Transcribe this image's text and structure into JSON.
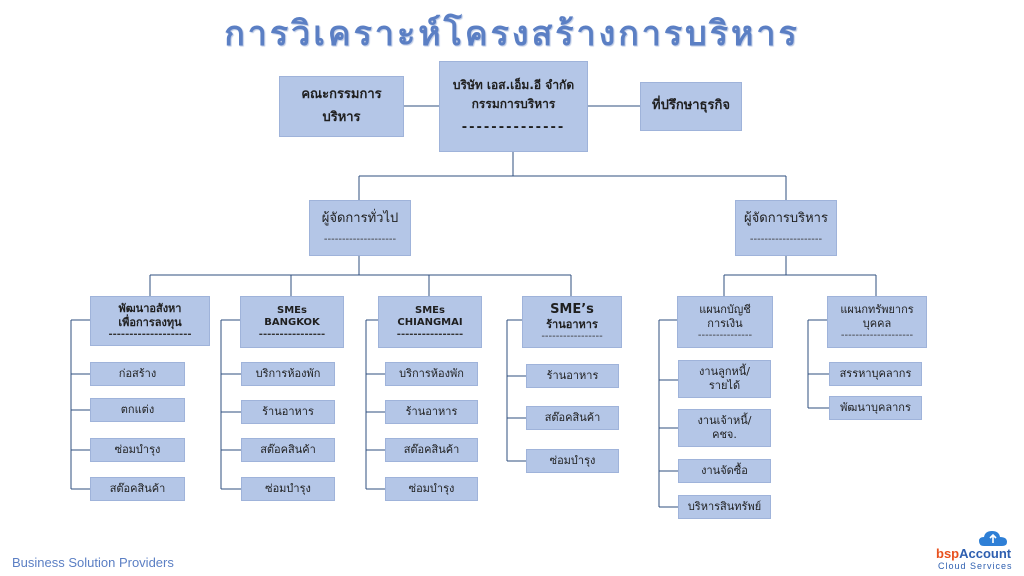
{
  "title": "การวิเคราะห์โครงสร้างการบริหาร",
  "top": {
    "committee": {
      "line1": "คณะกรรมการ",
      "line2": "บริหาร"
    },
    "company": {
      "line1": "บริษัท เอส.เอ็ม.อี จำกัด",
      "line2": "กรรมการบริหาร",
      "dash": "--------------"
    },
    "advisor": {
      "label": "ที่ปรึกษาธุรกิจ"
    }
  },
  "managers": {
    "general": {
      "label": "ผู้จัดการทั่วไป",
      "dash": "--------------------"
    },
    "admin": {
      "label": "ผู้จัดการบริหาร",
      "dash": "--------------------"
    }
  },
  "depts": {
    "dev": {
      "line1": "พัฒนาอสังหา",
      "line2": "เพื่อการลงทุน",
      "dash": "--------------------"
    },
    "bkk": {
      "line1": "SMEs",
      "line2": "BANGKOK",
      "dash": "----------------"
    },
    "cm": {
      "line1": "SMEs",
      "line2": "CHIANGMAI",
      "dash": "----------------"
    },
    "rest": {
      "line1": "SME’s",
      "line2": "ร้านอาหาร",
      "dash": "-----------------"
    },
    "acc": {
      "line1": "แผนกบัญชี",
      "line2": "การเงิน",
      "dash": "---------------"
    },
    "hr": {
      "line1": "แผนกทรัพยากร",
      "line2": "บุคคล",
      "dash": "--------------------"
    }
  },
  "leaves": {
    "dev": [
      "ก่อสร้าง",
      "ตกแต่ง",
      "ซ่อมบำรุง",
      "สต๊อคสินค้า"
    ],
    "bkk": [
      "บริการห้องพัก",
      "ร้านอาหาร",
      "สต๊อคสินค้า",
      "ซ่อมบำรุง"
    ],
    "cm": [
      "บริการห้องพัก",
      "ร้านอาหาร",
      "สต๊อคสินค้า",
      "ซ่อมบำรุง"
    ],
    "rest": [
      "ร้านอาหาร",
      "สต๊อคสินค้า",
      "ซ่อมบำรุง"
    ],
    "acc": [
      "งานลูกหนี้/ รายได้",
      "งานเจ้าหนี้/ คชจ.",
      "งานจัดซื้อ",
      "บริหารสินทรัพย์"
    ],
    "hr": [
      "สรรหาบุคลากร",
      "พัฒนาบุคลากร"
    ]
  },
  "footer": "Business Solution Providers",
  "logo": {
    "part1": "bsp",
    "part2": "Account",
    "tagline": "Cloud Services"
  },
  "colors": {
    "box": "#b4c6e7",
    "line": "#2f4f7f",
    "title": "#5b7fc4"
  }
}
